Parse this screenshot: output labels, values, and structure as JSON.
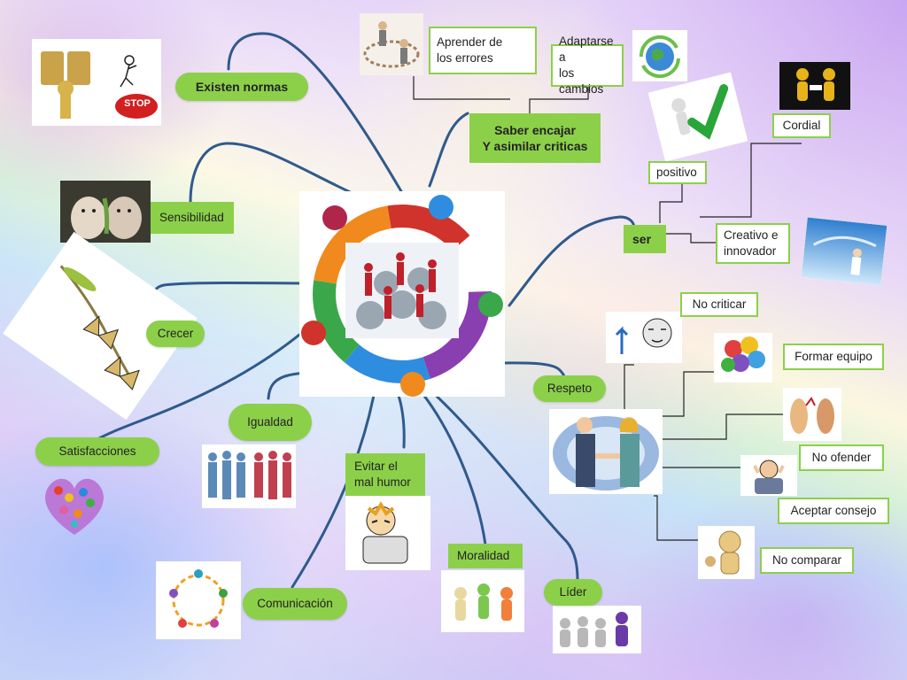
{
  "nodes": {
    "existen_normas": "Existen normas",
    "aprender_line1": "Aprender de",
    "aprender_line2": "los errores",
    "adaptarse_line1": "Adaptarse a",
    "adaptarse_line2": "los cambios",
    "saber_line1": "Saber encajar",
    "saber_line2": "Y asimilar criticas",
    "cordial": "Cordial",
    "positivo": "positivo",
    "ser": "ser",
    "creativo_line1": "Creativo e",
    "creativo_line2": "innovador",
    "sensibilidad": "Sensibilidad",
    "crecer": "Crecer",
    "no_criticar": "No criticar",
    "formar_equipo": "Formar equipo",
    "respeto": "Respeto",
    "igualdad": "Igualdad",
    "satisfacciones": "Satisfacciones",
    "evitar_line1": "Evitar el",
    "evitar_line2": "mal humor",
    "no_ofender": "No ofender",
    "aceptar_consejo": "Aceptar consejo",
    "no_comparar": "No comparar",
    "moralidad": "Moralidad",
    "lider": "Líder",
    "comunicacion": "Comunicación"
  },
  "pictures": {
    "stop_sign": "STOP"
  },
  "colors": {
    "node_green": "#8cd04a",
    "connector": "#2f5a8c",
    "tree_line": "#222222"
  }
}
